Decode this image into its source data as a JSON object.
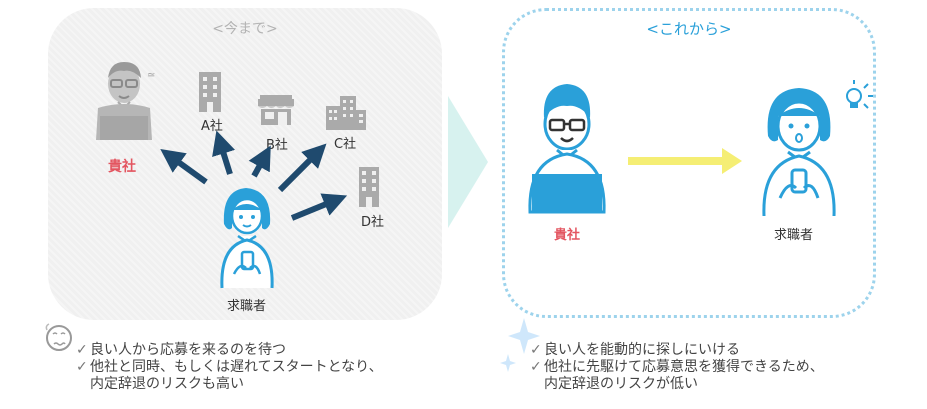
{
  "before": {
    "title": "<今まで>",
    "company_label": "貴社",
    "seeker_label": "求職者",
    "companies": [
      "A社",
      "B社",
      "C社",
      "D社"
    ],
    "notes": [
      "良い人から応募を来るのを待つ",
      "他社と同時、もしくは遅れてスタートとなり、",
      "内定辞退のリスクも高い"
    ]
  },
  "after": {
    "title": "<これから>",
    "company_label": "貴社",
    "seeker_label": "求職者",
    "notes": [
      "良い人を能動的に探しにいける",
      "他社に先駆けて応募意思を獲得できるため、",
      "内定辞退のリスクが低い"
    ]
  },
  "colors": {
    "navy": "#1f4a6e",
    "blue": "#2aa0d9",
    "yellow": "#f5ee74",
    "red": "#e35560",
    "gray": "#b0b0b0",
    "mint": "#d7f2ef"
  },
  "icons": [
    "person-icon",
    "building-icon",
    "shop-icon",
    "lightbulb-icon",
    "sparkle-icon",
    "confused-face-icon"
  ]
}
